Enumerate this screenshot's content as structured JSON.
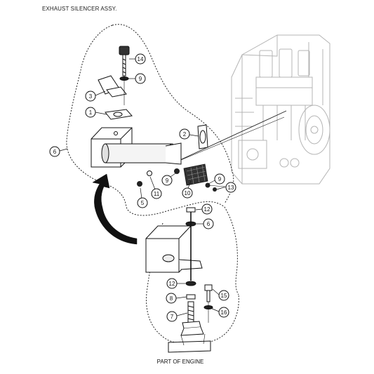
{
  "title": "EXHAUST SILENCER ASSY.",
  "caption": "PART OF ENGINE",
  "callouts": [
    "14",
    "9",
    "3",
    "1",
    "2",
    "6",
    "9",
    "11",
    "5",
    "10",
    "9",
    "13",
    "12",
    "6",
    "12",
    "8",
    "7",
    "15",
    "16"
  ]
}
